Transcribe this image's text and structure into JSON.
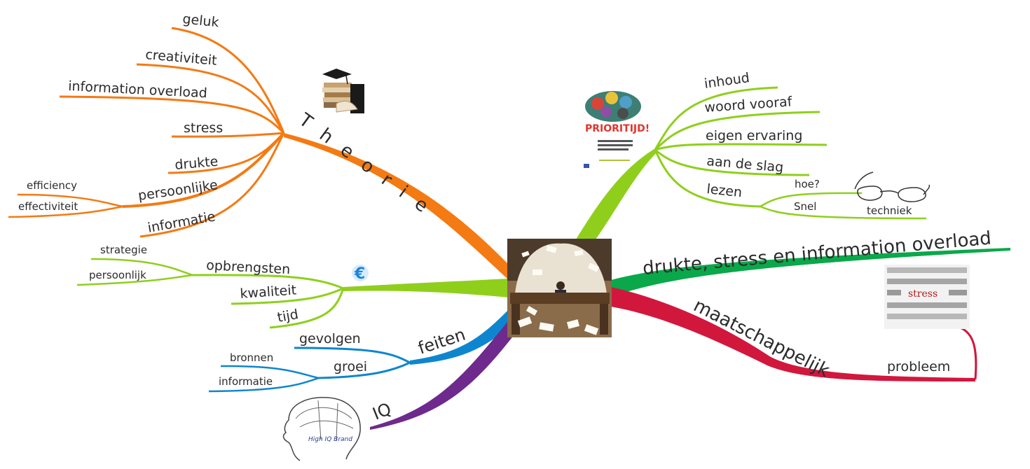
{
  "colors": {
    "theorie": "#f47a13",
    "opbrengsten": "#8fcf1c",
    "feiten": "#0e86cf",
    "iq": "#6e2a8c",
    "prioritijd": "#8fcf1c",
    "drukte": "#0aa84a",
    "maatschappelijk": "#d2173d"
  },
  "branches": {
    "theorie": {
      "label": "T h e o r i e",
      "children": {
        "geluk": "geluk",
        "creativiteit": "creativiteit",
        "overload": "information overload",
        "stress": "stress",
        "drukte": "drukte",
        "persoonlijke": "persoonlijke",
        "efficiency": "efficiency",
        "effectiviteit": "effectiviteit",
        "informatie": "informatie"
      }
    },
    "opbrengsten": {
      "euro": "€",
      "children": {
        "opbrengsten": "opbrengsten",
        "strategie": "strategie",
        "persoonlijk": "persoonlijk",
        "kwaliteit": "kwaliteit",
        "tijd": "tijd"
      }
    },
    "feiten": {
      "label": "feiten",
      "children": {
        "gevolgen": "gevolgen",
        "groei": "groei",
        "bronnen": "bronnen",
        "informatie": "informatie"
      }
    },
    "iq": {
      "label": "IQ",
      "image_text": "High IQ Brand"
    },
    "prioritijd": {
      "cover_title": "PRIORITIJD!",
      "children": {
        "inhoud": "inhoud",
        "woord": "woord vooraf",
        "ervaring": "eigen ervaring",
        "slag": "aan de slag",
        "lezen": "lezen",
        "hoe": "hoe?",
        "snel": "Snel",
        "techniek": "techniek"
      }
    },
    "drukte": {
      "label": "drukte, stress en information overload"
    },
    "maatschappelijk": {
      "label": "maatschappelijk",
      "child": "probleem",
      "image_word": "stress"
    }
  }
}
